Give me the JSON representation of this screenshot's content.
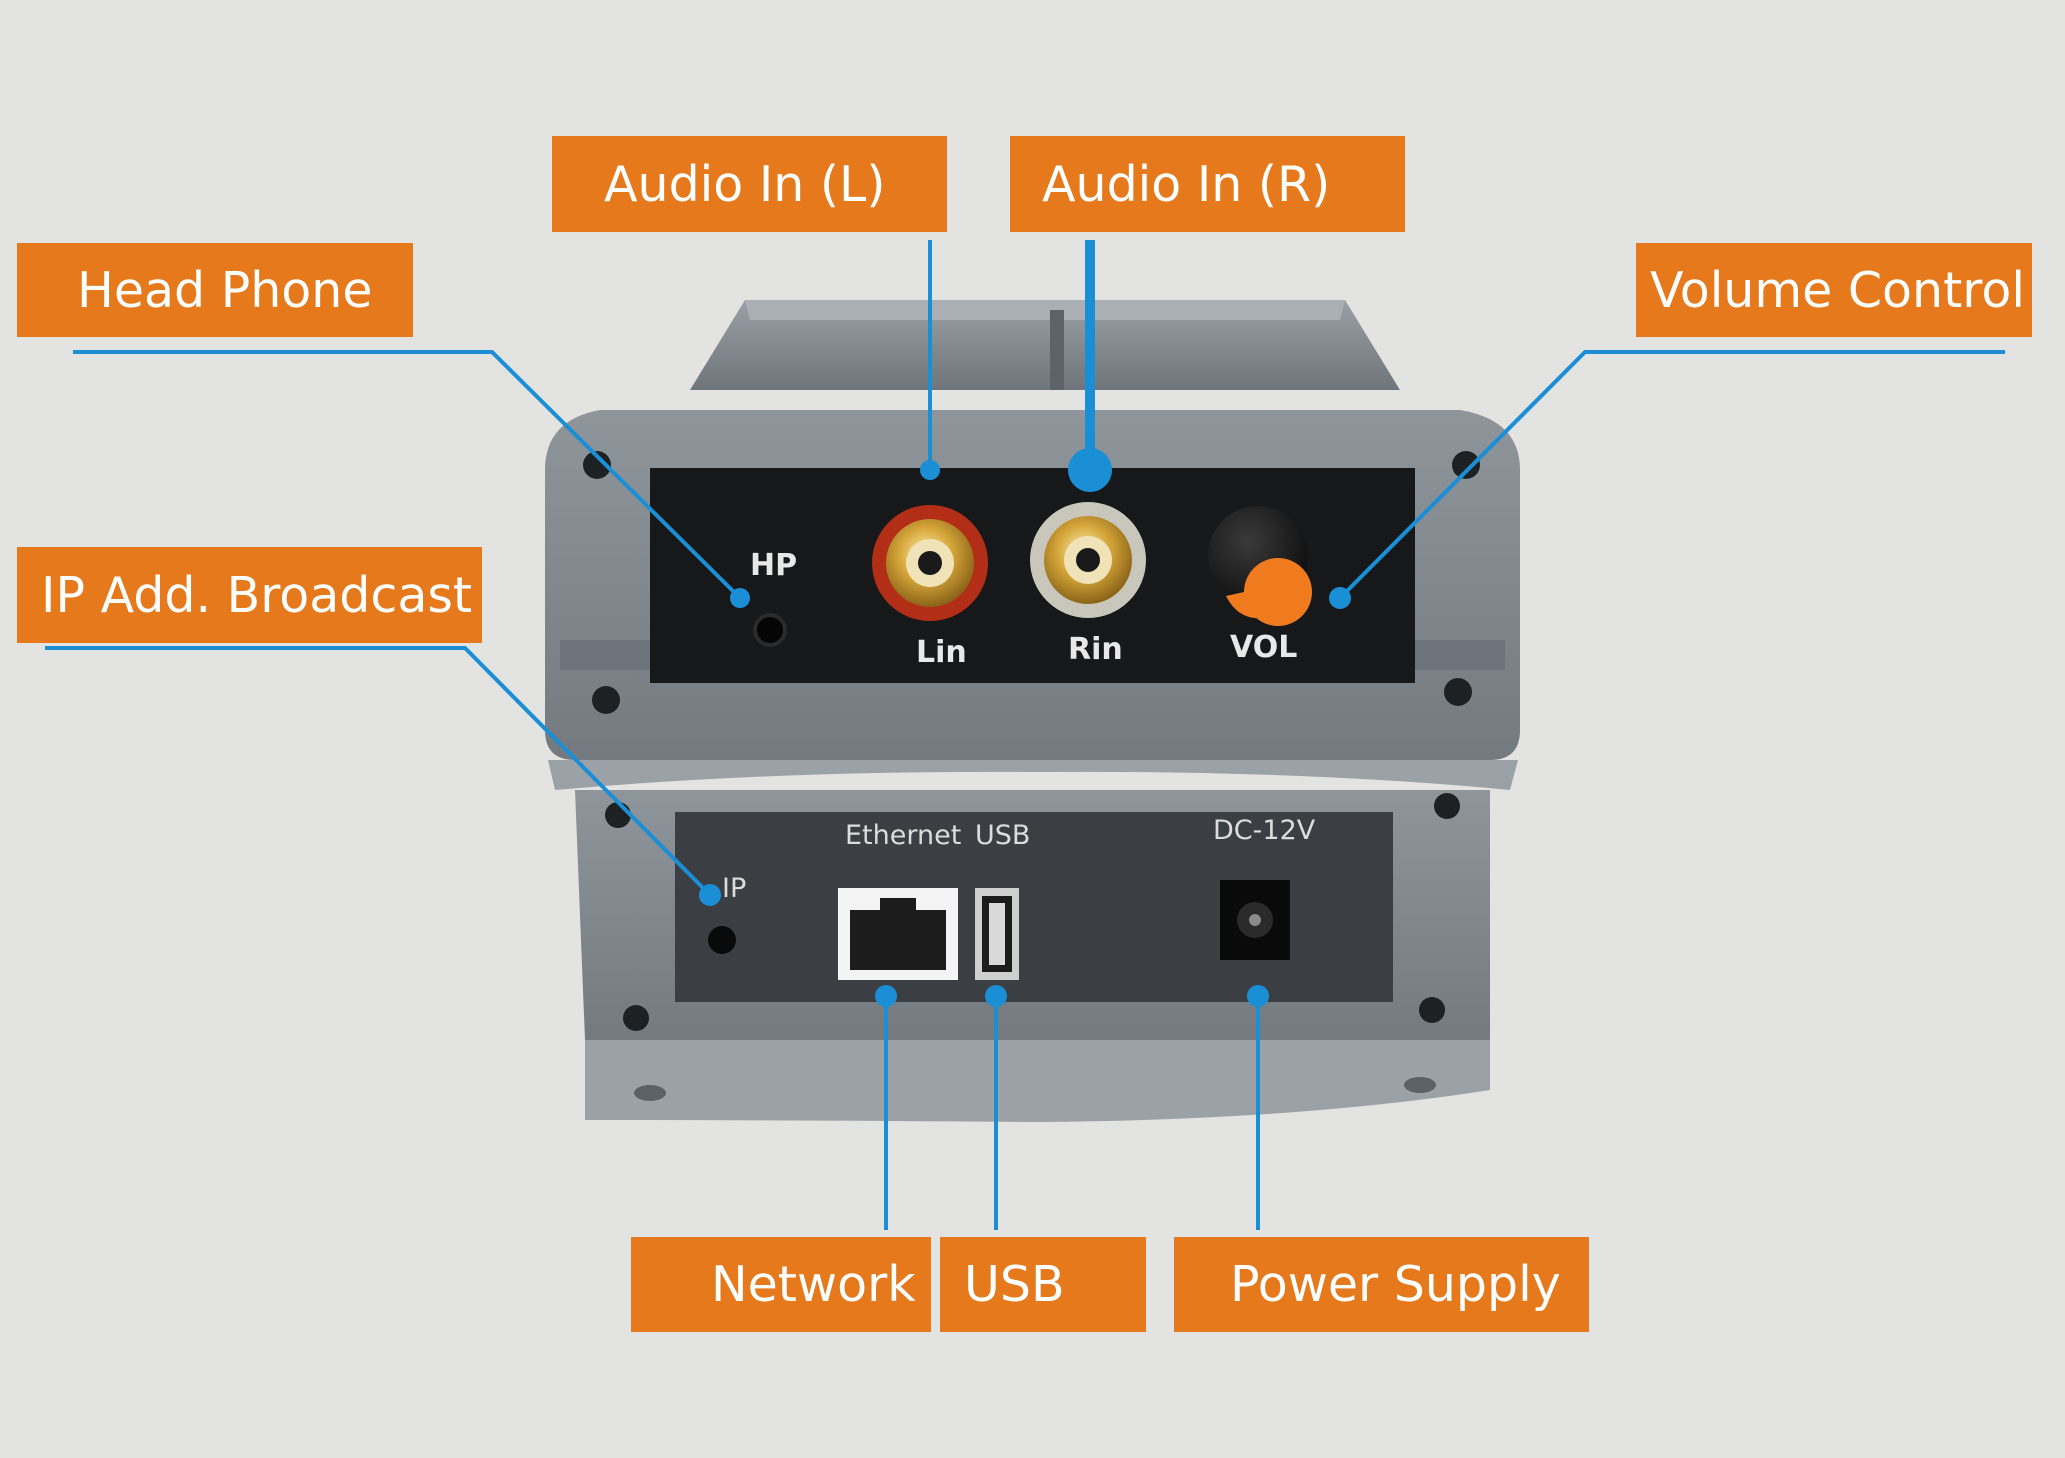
{
  "callouts": {
    "audio_in_l": "Audio In (L)",
    "audio_in_r": "Audio In (R)",
    "head_phone": "Head Phone",
    "volume_control": "Volume Control",
    "ip_broadcast": "IP Add. Broadcast",
    "network": "Network",
    "usb": "USB",
    "power_supply": "Power Supply"
  },
  "panel_labels": {
    "hp": "HP",
    "lin": "Lin",
    "rin": "Rin",
    "vol": "VOL",
    "ethernet": "Ethernet",
    "usb": "USB",
    "dc": "DC-12V",
    "ip": "IP"
  },
  "colors": {
    "callout_bg": "#e5791b",
    "leader_line": "#1a8fd6",
    "housing": "#7f868d",
    "panel": "#17181a",
    "knob": "#f07b1e"
  }
}
